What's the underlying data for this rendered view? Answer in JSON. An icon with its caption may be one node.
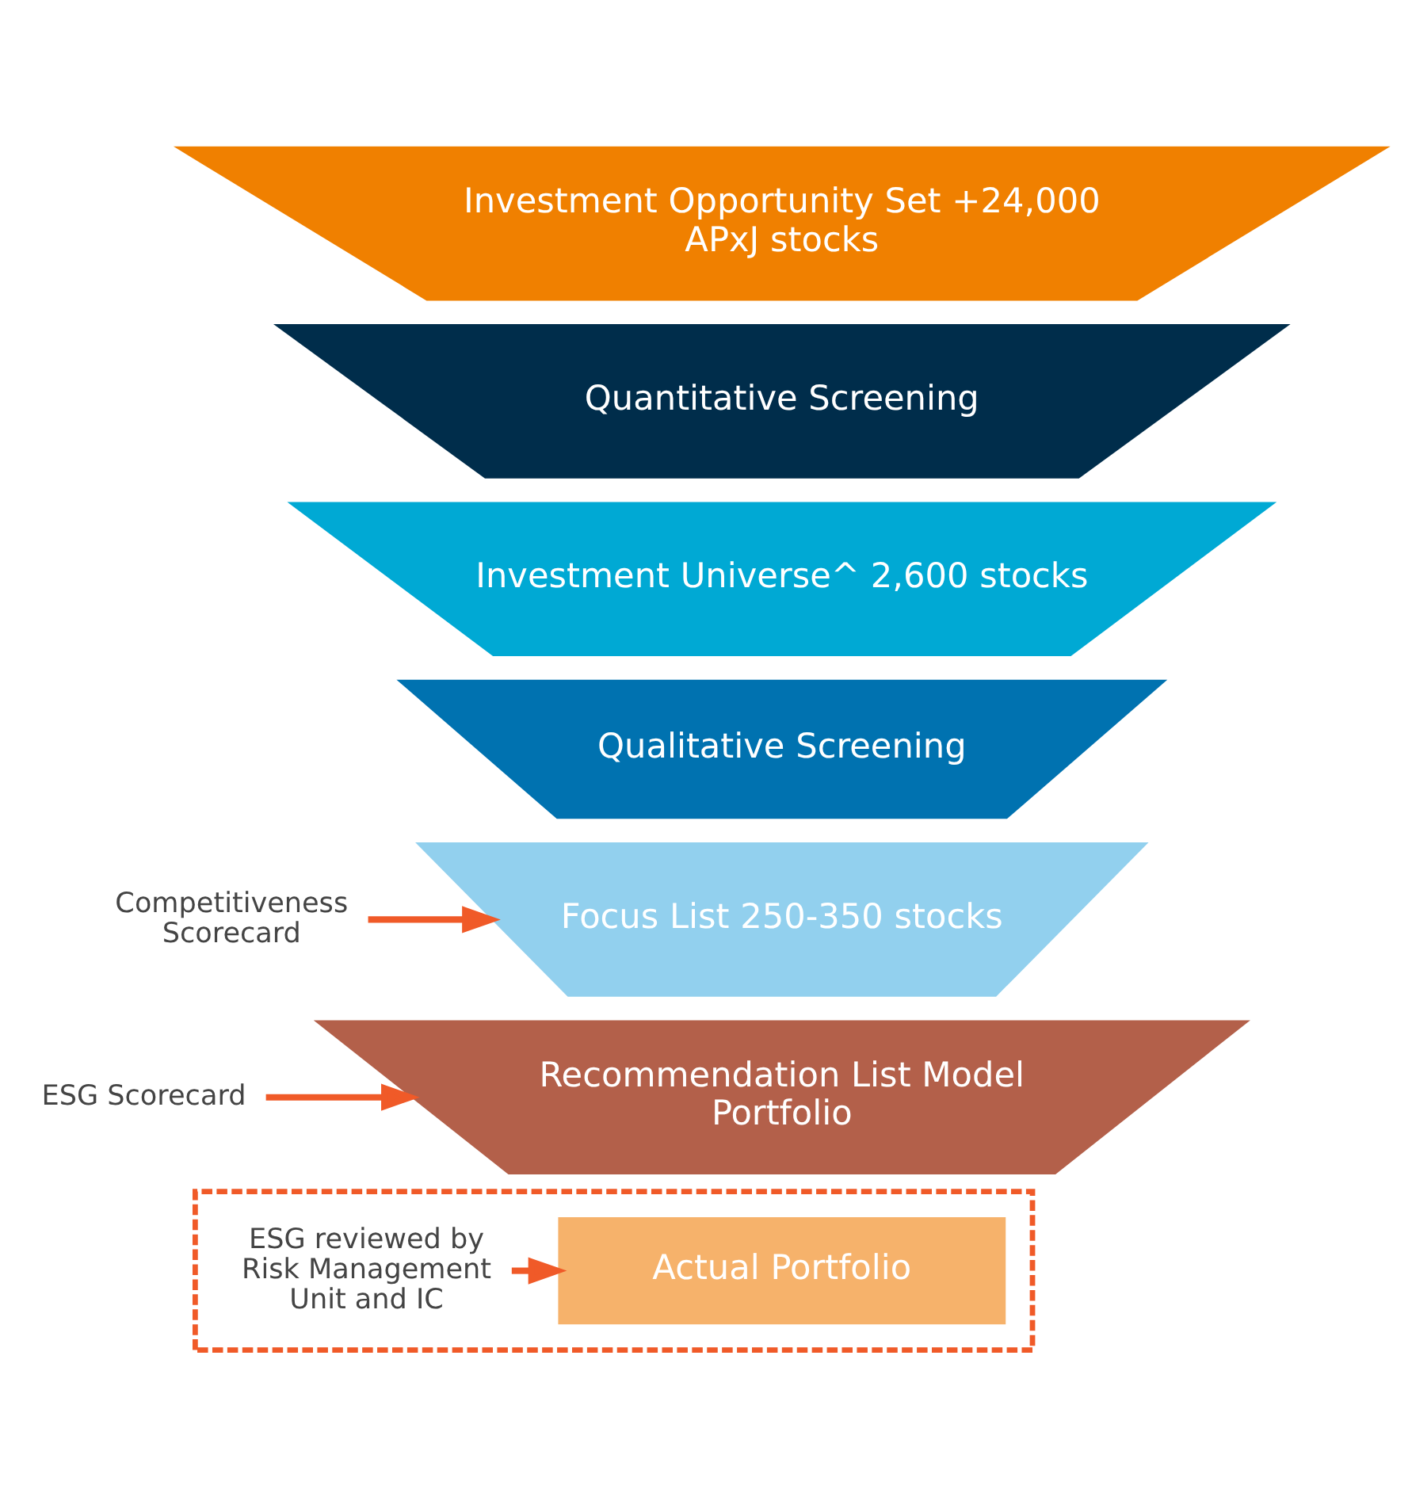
{
  "diagram": {
    "nodes": [
      {
        "text": [
          "Investment Opportunity Set +24,000 APxJ stocks"
        ]
      },
      {
        "text": [
          "Quantitative Screening"
        ]
      },
      {
        "text": [
          "Investment Universe^ 2,600 stocks"
        ]
      },
      {
        "text": [
          "Qualitative Screening"
        ]
      },
      {
        "text": [
          "Competitiveness Scorecard"
        ]
      },
      {
        "text": [
          "Focus List 250-350 stocks"
        ]
      },
      {
        "text": [
          "ESG Scorecard"
        ]
      },
      {
        "text": [
          "Recommendation List Model Portfolio"
        ]
      },
      {
        "text": [],
        "shape": "box"
      },
      {
        "text": [
          "Actual Portfolio"
        ],
        "in": 8
      },
      {
        "text": [
          "ESG reviewed by Risk Management Unit and IC"
        ],
        "in": 8
      }
    ],
    "edges": [
      {
        "from": 4,
        "to": 5,
        "arrow": "to"
      },
      {
        "from": 6,
        "to": 7,
        "arrow": "to"
      },
      {
        "from": 10,
        "to": 9,
        "arrow": "to"
      }
    ]
  }
}
